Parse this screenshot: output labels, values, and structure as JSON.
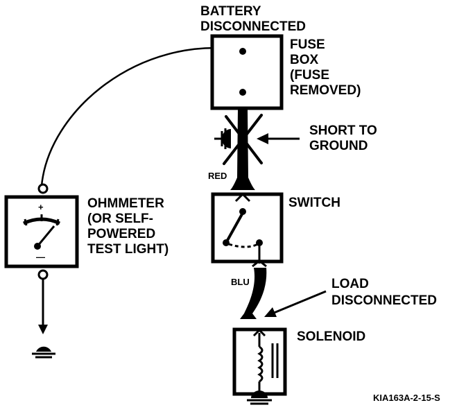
{
  "labels": {
    "battery_line1": "BATTERY",
    "battery_line2": "DISCONNECTED",
    "fuse_line1": "FUSE",
    "fuse_line2": "BOX",
    "fuse_line3": "(FUSE",
    "fuse_line4": "REMOVED)",
    "short_line1": "SHORT TO",
    "short_line2": "GROUND",
    "red_wire": "RED",
    "switch": "SWITCH",
    "ohm_line1": "OHMMETER",
    "ohm_line2": "(OR SELF-",
    "ohm_line3": "POWERED",
    "ohm_line4": "TEST LIGHT)",
    "meter_plus": "+",
    "meter_minus": "—",
    "blu_wire": "BLU",
    "load_line1": "LOAD",
    "load_line2": "DISCONNECTED",
    "solenoid": "SOLENOID",
    "figure_id": "KIA163A-2-15-S"
  }
}
